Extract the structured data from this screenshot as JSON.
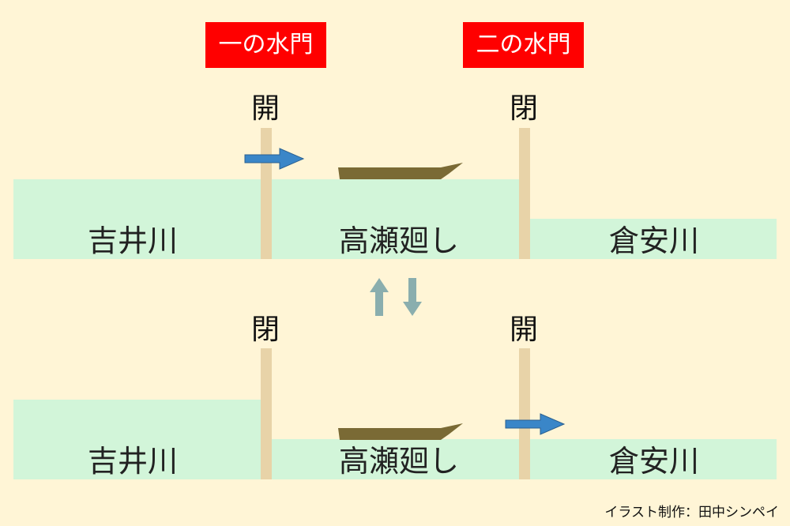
{
  "gates": {
    "first": {
      "label": "一の水門"
    },
    "second": {
      "label": "二の水門"
    }
  },
  "top": {
    "gate1_state": "開",
    "gate2_state": "閉",
    "rivers": {
      "left": "吉井川",
      "middle": "高瀬廻し",
      "right": "倉安川"
    }
  },
  "bottom": {
    "gate1_state": "閉",
    "gate2_state": "開",
    "rivers": {
      "left": "吉井川",
      "middle": "高瀬廻し",
      "right": "倉安川"
    }
  },
  "credit": "イラスト制作：田中シンペイ",
  "colors": {
    "background": "#fff5d6",
    "water": "#d2f5d9",
    "gate_post": "#e8d3a8",
    "gate_label_bg": "#ff0000",
    "boat": "#7a6a35",
    "flow_arrow": "#3a86c8",
    "transition_arrow": "#8aaeae"
  },
  "icons": {
    "flow": "arrow-right-icon",
    "transition_up": "arrow-up-icon",
    "transition_down": "arrow-down-icon",
    "boat": "boat-icon"
  }
}
